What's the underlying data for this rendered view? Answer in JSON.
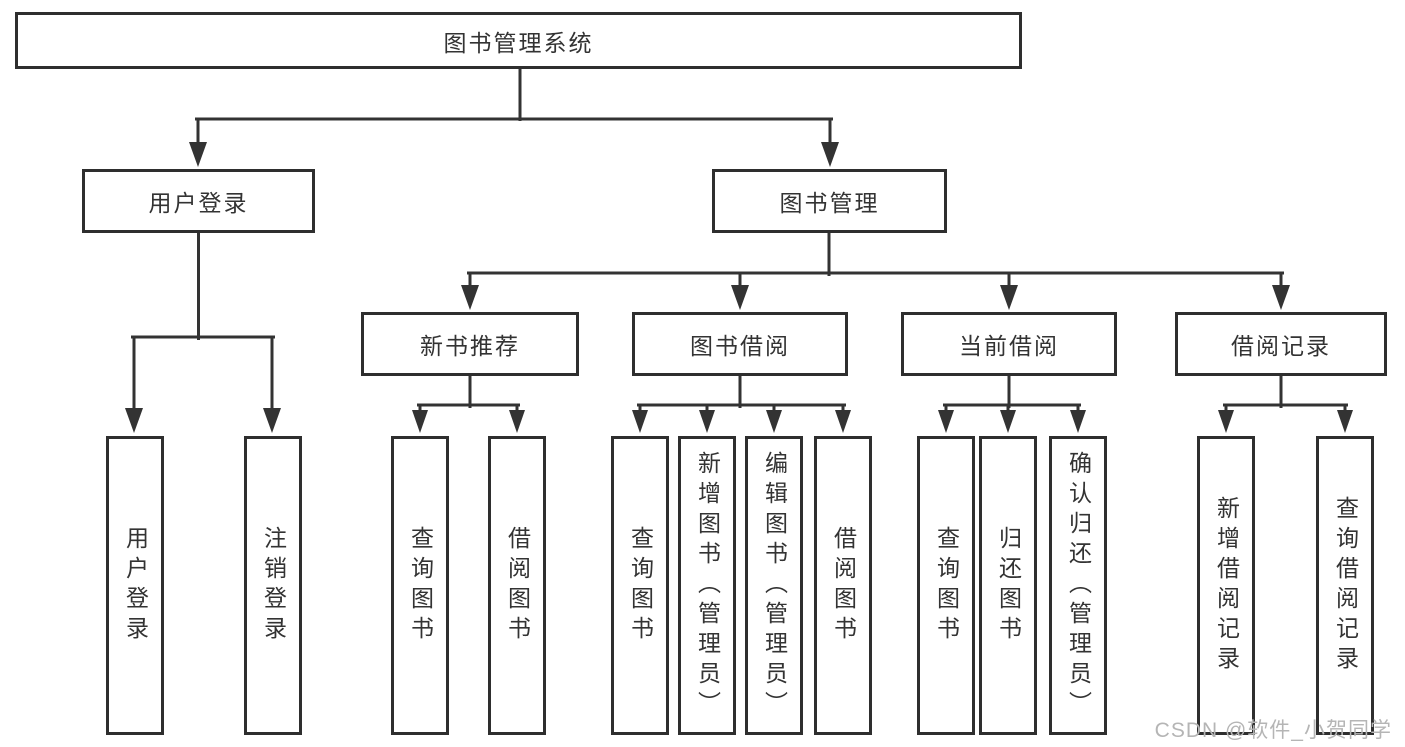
{
  "diagram": {
    "root": {
      "label": "图书管理系统"
    },
    "level2": [
      {
        "label": "用户登录"
      },
      {
        "label": "图书管理"
      }
    ],
    "level3": [
      {
        "label": "新书推荐"
      },
      {
        "label": "图书借阅"
      },
      {
        "label": "当前借阅"
      },
      {
        "label": "借阅记录"
      }
    ],
    "leaves": {
      "user_login": [
        {
          "label": "用户登录"
        },
        {
          "label": "注销登录"
        }
      ],
      "new_book": [
        {
          "label": "查询图书"
        },
        {
          "label": "借阅图书"
        }
      ],
      "book_borrow": [
        {
          "label": "查询图书"
        },
        {
          "label": "新增图书（管理员）"
        },
        {
          "label": "编辑图书（管理员）"
        },
        {
          "label": "借阅图书"
        }
      ],
      "current_borrow": [
        {
          "label": "查询图书"
        },
        {
          "label": "归还图书"
        },
        {
          "label": "确认归还（管理员）"
        }
      ],
      "borrow_record": [
        {
          "label": "新增借阅记录"
        },
        {
          "label": "查询借阅记录"
        }
      ]
    },
    "watermark": "CSDN @软件_小贺同学",
    "colors": {
      "line": "#333333",
      "box_border": "#2e2e2e",
      "box_fill": "#ffffff",
      "text": "#333333",
      "watermark": "#b5b5b5",
      "background": "#ffffff"
    }
  }
}
